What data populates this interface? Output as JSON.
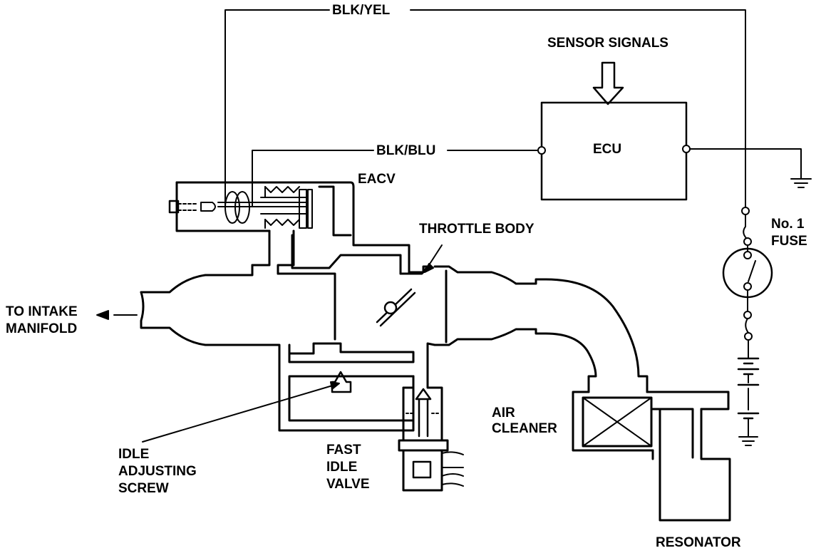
{
  "labels": {
    "wire_top": "BLK/YEL",
    "wire_mid": "BLK/BLU",
    "sensor_signals": "SENSOR SIGNALS",
    "ecu": "ECU",
    "eacv": "EACV",
    "throttle_body": "THROTTLE BODY",
    "fuse_line1": "No. 1",
    "fuse_line2": "FUSE",
    "intake_line1": "TO INTAKE",
    "intake_line2": "MANIFOLD",
    "air_cleaner_line1": "AIR",
    "air_cleaner_line2": "CLEANER",
    "idle_screw_line1": "IDLE",
    "idle_screw_line2": "ADJUSTING",
    "idle_screw_line3": "SCREW",
    "fast_idle_line1": "FAST",
    "fast_idle_line2": "IDLE",
    "fast_idle_line3": "VALVE",
    "resonator": "RESONATOR"
  },
  "colors": {
    "ink": "#000000",
    "paper": "#ffffff"
  }
}
